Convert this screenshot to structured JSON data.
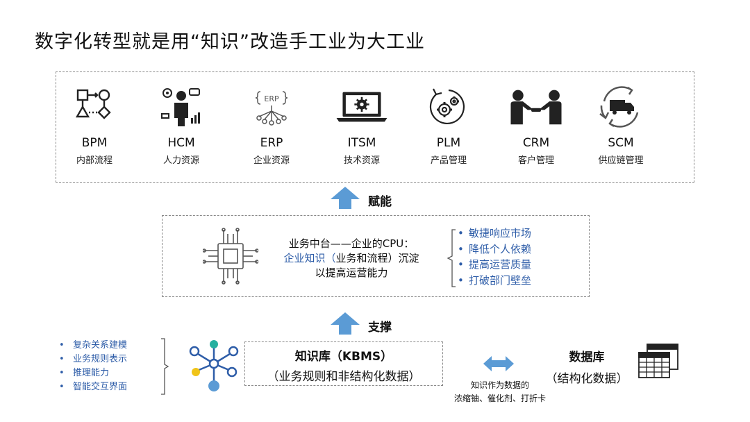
{
  "title": "数字化转型就是用“知识”改造手工业为大工业",
  "systems": [
    {
      "code": "BPM",
      "desc": "内部流程",
      "icon": "flowchart-icon"
    },
    {
      "code": "HCM",
      "desc": "人力资源",
      "icon": "person-icon"
    },
    {
      "code": "ERP",
      "desc": "企业资源",
      "icon": "erp-network-icon"
    },
    {
      "code": "ITSM",
      "desc": "技术资源",
      "icon": "laptop-gear-icon"
    },
    {
      "code": "PLM",
      "desc": "产品管理",
      "icon": "cycle-gear-icon"
    },
    {
      "code": "CRM",
      "desc": "客户管理",
      "icon": "handshake-icon"
    },
    {
      "code": "SCM",
      "desc": "供应链管理",
      "icon": "truck-cycle-icon"
    }
  ],
  "arrow1_label": "赋能",
  "arrow2_label": "支撑",
  "middle": {
    "line1": "业务中台——企业的CPU：",
    "line2_blue": "企业知识（",
    "line2_black": "业务和流程）沉淀",
    "line3": "以提高运营能力",
    "bullets": [
      "敏捷响应市场",
      "降低个人依赖",
      "提高运营质量",
      "打破部门壁垒"
    ]
  },
  "left_bullets": [
    "复杂关系建模",
    "业务规则表示",
    "推理能力",
    "智能交互界面"
  ],
  "kbms": {
    "line1": "知识库（KBMS）",
    "line2": "（业务规则和非结构化数据）"
  },
  "database": {
    "line1": "数据库",
    "line2": "（结构化数据）"
  },
  "note": {
    "line1": "知识作为数据的",
    "line2": "浓缩铀、催化剂、打折卡"
  },
  "colors": {
    "accent_blue": "#2e5da8",
    "arrow_blue": "#5b9bd5",
    "teal": "#26b0a0",
    "yellow": "#f0c419",
    "icon_dark": "#222222"
  }
}
